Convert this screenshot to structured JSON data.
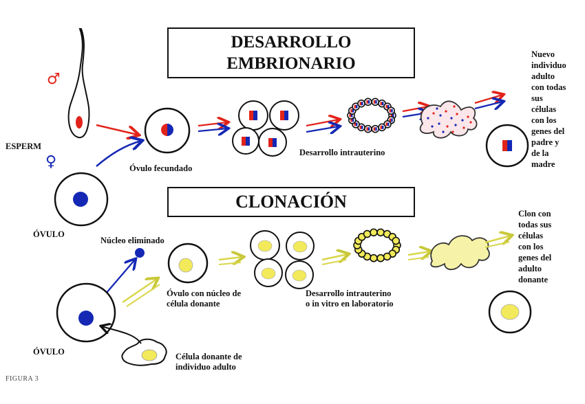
{
  "titles": {
    "top_line1": "DESARROLLO",
    "top_line2": "EMBRIONARIO",
    "bottom": "CLONACIÓN"
  },
  "symbols": {
    "male": "♂",
    "female": "♀"
  },
  "labels": {
    "esperma": "ESPERM",
    "ovulo_fecundado": "Óvulo fecundado",
    "desarrollo_intrauterino_top": "Desarrollo intrauterino",
    "ovulo_top": "ÓVULO",
    "nucleo_eliminado": "Núcleo eliminado",
    "ovulo_nucleo_donante": [
      "Óvulo con núcleo de",
      "célula donante"
    ],
    "desarrollo_intrauterino_bottom": [
      "Desarrollo intrauterino",
      "o in vitro en laboratorio"
    ],
    "ovulo_bottom": "ÓVULO",
    "celula_donante": [
      "Célula donante de",
      "individuo adulto"
    ],
    "nuevo_individuo": [
      "Nuevo",
      "individuo",
      "adulto",
      "con todas",
      "sus",
      "células",
      "con los",
      "genes del",
      "padre y",
      "de la",
      "madre"
    ],
    "clon": [
      "Clon con",
      "todas sus",
      "células",
      "con los",
      "genes del",
      "adulto",
      "donante"
    ],
    "figura": "FIGURA 3"
  },
  "colors": {
    "red": "#e2231a",
    "blue": "#1428b4",
    "yellow": "#f2ea5a",
    "pale_yellow": "#e9ec88",
    "dark": "#111111"
  }
}
